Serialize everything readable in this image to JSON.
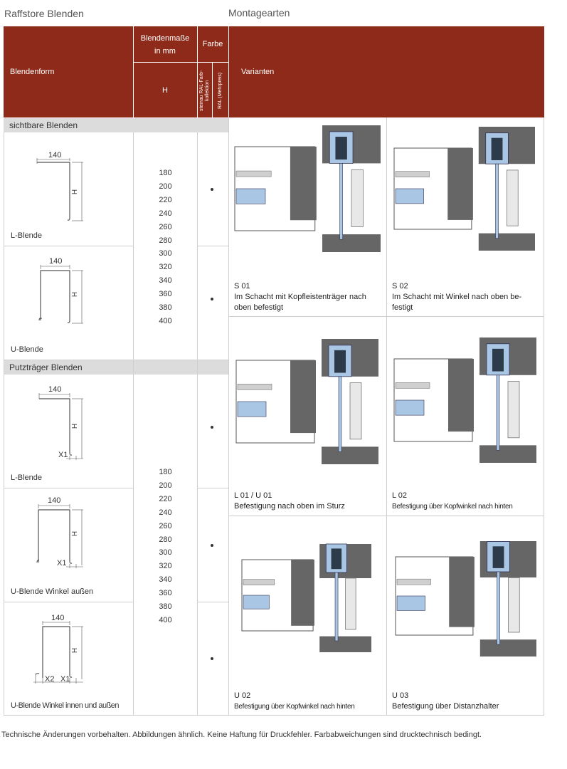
{
  "titles": {
    "left": "Raffstore Blenden",
    "right": "Montagearten"
  },
  "header": {
    "blendenform": "Blendenform",
    "masse_line1": "Blendenmaße",
    "masse_line2": "in mm",
    "farbe": "Farbe",
    "h": "H",
    "farbe_col1": "steinau RAL-Farb-kollektion",
    "farbe_col2": "RAL (Mehrpreis)",
    "varianten": "Varianten"
  },
  "sections": {
    "sichtbar": "sichtbare Blenden",
    "putztraeger": "Putzträger Blenden"
  },
  "profiles": [
    {
      "label": "L-Blende",
      "dim": "140",
      "h": "H"
    },
    {
      "label": "U-Blende",
      "dim": "140",
      "h": "H"
    },
    {
      "label": "L-Blende",
      "dim": "140",
      "h": "H",
      "x1": "X1"
    },
    {
      "label": "U-Blende Winkel außen",
      "dim": "140",
      "h": "H",
      "x1": "X1"
    },
    {
      "label": "U-Blende Winkel innen und außen",
      "dim": "140",
      "h": "H",
      "x1": "X1",
      "x2": "X2"
    }
  ],
  "heights": [
    "180",
    "200",
    "220",
    "240",
    "260",
    "280",
    "300",
    "320",
    "340",
    "360",
    "380",
    "400"
  ],
  "farbe_mark": "•",
  "variants": [
    {
      "code": "S 01",
      "line1": "Im Schacht mit Kopfleistenträger nach",
      "line2": "oben befestigt"
    },
    {
      "code": "S 02",
      "line1": "Im Schacht mit Winkel nach oben be-",
      "line2": "festigt"
    },
    {
      "code": "L 01 / U 01",
      "line1": "Befestigung nach oben im Sturz",
      "line2": ""
    },
    {
      "code": "L 02",
      "line1": "Befestigung über Kopfwinkel nach hinten",
      "line2": ""
    },
    {
      "code": "U 02",
      "line1": "Befestigung über Kopfwinkel nach hinten",
      "line2": ""
    },
    {
      "code": "U 03",
      "line1": "Befestigung über Distanzhalter",
      "line2": ""
    }
  ],
  "footer": "Technische Änderungen vorbehalten. Abbildungen ähnlich. Keine Haftung für Druckfehler. Farbabweichungen sind drucktechnisch bedingt.",
  "colors": {
    "header": "#8e2a19",
    "section": "#dcdcdc",
    "blue": "#a9c6e4",
    "dark": "#666666"
  }
}
